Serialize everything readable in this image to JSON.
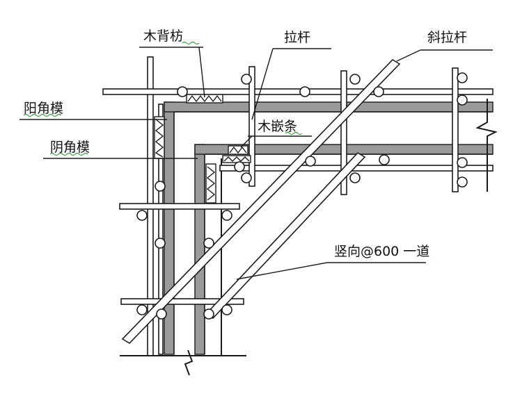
{
  "labels": {
    "wood_back": "木背枋",
    "tie_rod": "拉杆",
    "diagonal_rod": "斜拉杆",
    "outer_corner": "阳角模",
    "wood_strip": "木嵌条",
    "inner_corner": "阴角模",
    "vertical_note": "竖向@600 一道"
  },
  "colors": {
    "formwork": "#9a9a9a",
    "line": "#1a1a1a",
    "squiggle": "#3a9a3a"
  }
}
